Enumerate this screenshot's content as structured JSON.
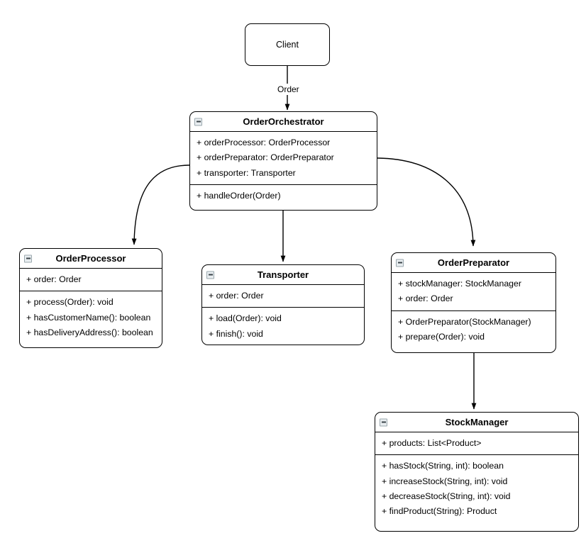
{
  "diagram": {
    "type": "uml-class-diagram",
    "background": "#ffffff",
    "line_color": "#000000",
    "text_color": "#000000"
  },
  "nodes": {
    "client": {
      "name": "Client"
    },
    "order_orchestrator": {
      "name": "OrderOrchestrator",
      "collapse_icon": "minus-square-icon",
      "attributes": [
        "+ orderProcessor: OrderProcessor",
        "+ orderPreparator: OrderPreparator",
        "+ transporter: Transporter"
      ],
      "methods": [
        "+ handleOrder(Order)"
      ]
    },
    "order_processor": {
      "name": "OrderProcessor",
      "collapse_icon": "minus-square-icon",
      "attributes": [
        "+ order: Order"
      ],
      "methods": [
        "+ process(Order): void",
        "+ hasCustomerName(): boolean",
        "+ hasDeliveryAddress(): boolean"
      ]
    },
    "transporter": {
      "name": "Transporter",
      "collapse_icon": "minus-square-icon",
      "attributes": [
        "+ order: Order"
      ],
      "methods": [
        "+ load(Order): void",
        "+ finish(): void"
      ]
    },
    "order_preparator": {
      "name": "OrderPreparator",
      "collapse_icon": "minus-square-icon",
      "attributes": [
        "+ stockManager: StockManager",
        "+ order: Order"
      ],
      "methods": [
        "+ OrderPreparator(StockManager)",
        "+ prepare(Order): void"
      ]
    },
    "stock_manager": {
      "name": "StockManager",
      "collapse_icon": "minus-square-icon",
      "attributes": [
        "+ products: List<Product>"
      ],
      "methods": [
        "+ hasStock(String, int): boolean",
        "+ increaseStock(String, int): void",
        "+ decreaseStock(String, int): void",
        "+ findProduct(String): Product"
      ]
    }
  },
  "edges": [
    {
      "id": "client-to-orchestrator",
      "from": "client",
      "to": "order_orchestrator",
      "label": "Order"
    },
    {
      "id": "orchestrator-to-processor",
      "from": "order_orchestrator",
      "to": "order_processor",
      "label": ""
    },
    {
      "id": "orchestrator-to-transporter",
      "from": "order_orchestrator",
      "to": "transporter",
      "label": ""
    },
    {
      "id": "orchestrator-to-preparator",
      "from": "order_orchestrator",
      "to": "order_preparator",
      "label": ""
    },
    {
      "id": "preparator-to-stockmanager",
      "from": "order_preparator",
      "to": "stock_manager",
      "label": ""
    }
  ]
}
